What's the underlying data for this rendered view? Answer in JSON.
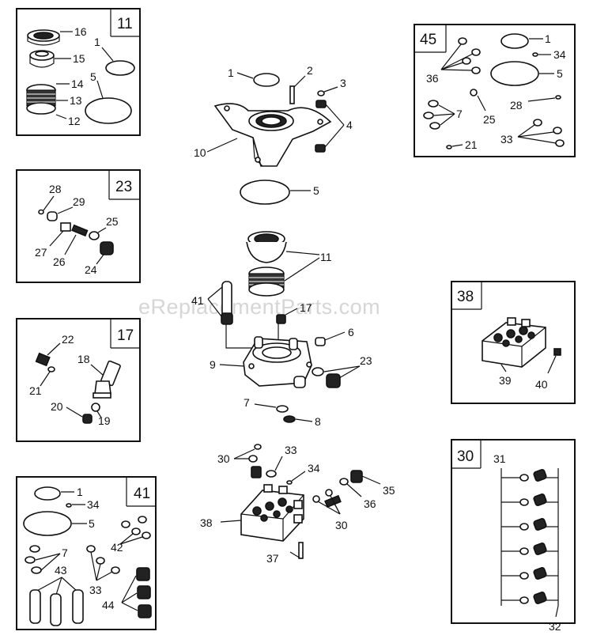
{
  "watermark": "eReplacementParts.com",
  "kits": {
    "k11": {
      "id": "11",
      "parts": [
        "16",
        "15",
        "14",
        "13",
        "12",
        "1",
        "5"
      ]
    },
    "k23": {
      "id": "23",
      "parts": [
        "28",
        "29",
        "25",
        "27",
        "26",
        "24"
      ]
    },
    "k17": {
      "id": "17",
      "parts": [
        "22",
        "21",
        "18",
        "20",
        "19"
      ]
    },
    "k41": {
      "id": "41",
      "parts": [
        "1",
        "34",
        "5",
        "7",
        "42",
        "43",
        "33",
        "44"
      ]
    },
    "k45": {
      "id": "45",
      "parts": [
        "1",
        "34",
        "36",
        "5",
        "28",
        "7",
        "25",
        "33",
        "21"
      ]
    },
    "k38": {
      "id": "38",
      "parts": [
        "39",
        "40"
      ]
    },
    "k30": {
      "id": "30",
      "parts": [
        "31",
        "32"
      ]
    }
  },
  "main": {
    "top": [
      "1",
      "2",
      "3",
      "4",
      "10",
      "5"
    ],
    "middle": [
      "11",
      "41",
      "17",
      "6",
      "9",
      "23",
      "7",
      "8"
    ],
    "bottom": [
      "30",
      "33",
      "34",
      "35",
      "36",
      "30",
      "38",
      "37"
    ]
  }
}
